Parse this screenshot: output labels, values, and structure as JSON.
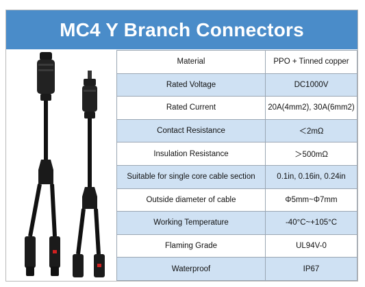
{
  "title": "MC4 Y Branch Connectors",
  "specs": [
    {
      "label": "Material",
      "value": "PPO + Tinned copper"
    },
    {
      "label": "Rated Voltage",
      "value": "DC1000V"
    },
    {
      "label": "Rated Current",
      "value": "20A(4mm2), 30A(6mm2)"
    },
    {
      "label": "Contact Resistance",
      "value": "＜2mΩ"
    },
    {
      "label": "Insulation Resistance",
      "value": "＞500mΩ"
    },
    {
      "label": "Suitable for single core cable section",
      "value": "0.1in, 0.16in, 0.24in"
    },
    {
      "label": "Outside diameter of cable",
      "value": "Φ5mm~Φ7mm"
    },
    {
      "label": "Working Temperature",
      "value": "-40°C~+105°C"
    },
    {
      "label": "Flaming Grade",
      "value": "UL94V-0"
    },
    {
      "label": "Waterproof",
      "value": "IP67"
    }
  ],
  "colors": {
    "header_bg": "#4a8cc9",
    "row_shaded": "#cfe1f3",
    "connector_body": "#1c1c1c",
    "latch_accent": "#d02020"
  }
}
